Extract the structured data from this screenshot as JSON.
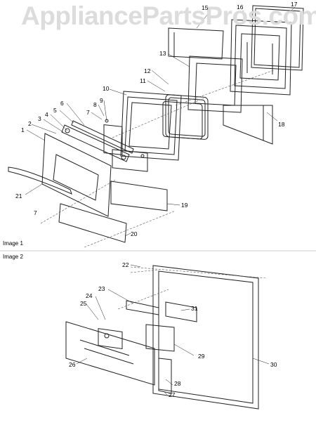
{
  "watermark": "AppliancePartsPros.com",
  "sections": [
    {
      "label": "Image 1"
    },
    {
      "label": "Image 2"
    }
  ],
  "callouts": {
    "c1": "1",
    "c2": "2",
    "c3": "3",
    "c4": "4",
    "c5": "5",
    "c6": "6",
    "c7a": "7",
    "c7b": "7",
    "c8": "8",
    "c9": "9",
    "c10": "10",
    "c11": "11",
    "c12": "12",
    "c13": "13",
    "c15": "15",
    "c16": "16",
    "c17": "17",
    "c18": "18",
    "c19": "19",
    "c20": "20",
    "c21": "21",
    "c22": "22",
    "c23": "23",
    "c24": "24",
    "c25": "25",
    "c26": "26",
    "c27": "27",
    "c28": "28",
    "c29": "29",
    "c30": "30",
    "c31": "31"
  },
  "colors": {
    "line": "#222222",
    "dash": "#555555",
    "watermark": "#dcdcdc"
  }
}
